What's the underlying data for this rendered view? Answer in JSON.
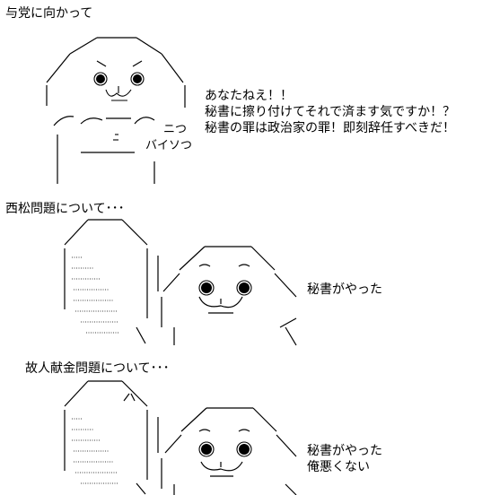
{
  "sections": [
    {
      "heading": "与党に向かって",
      "speech": [
        "あなたねえ！！",
        "秘書に擦り付けてそれで済ます気ですか！？",
        "秘書の罪は政治家の罪！即刻辞任すべきだ！"
      ],
      "art": {
        "labels": [
          "ニつ",
          "バイソつ"
        ]
      }
    },
    {
      "heading": "西松問題について･･･",
      "speech": [
        "秘書がやった"
      ]
    },
    {
      "heading": "故人献金問題について･･･",
      "speech": [
        "秘書がやった",
        "俺悪くない"
      ]
    }
  ]
}
